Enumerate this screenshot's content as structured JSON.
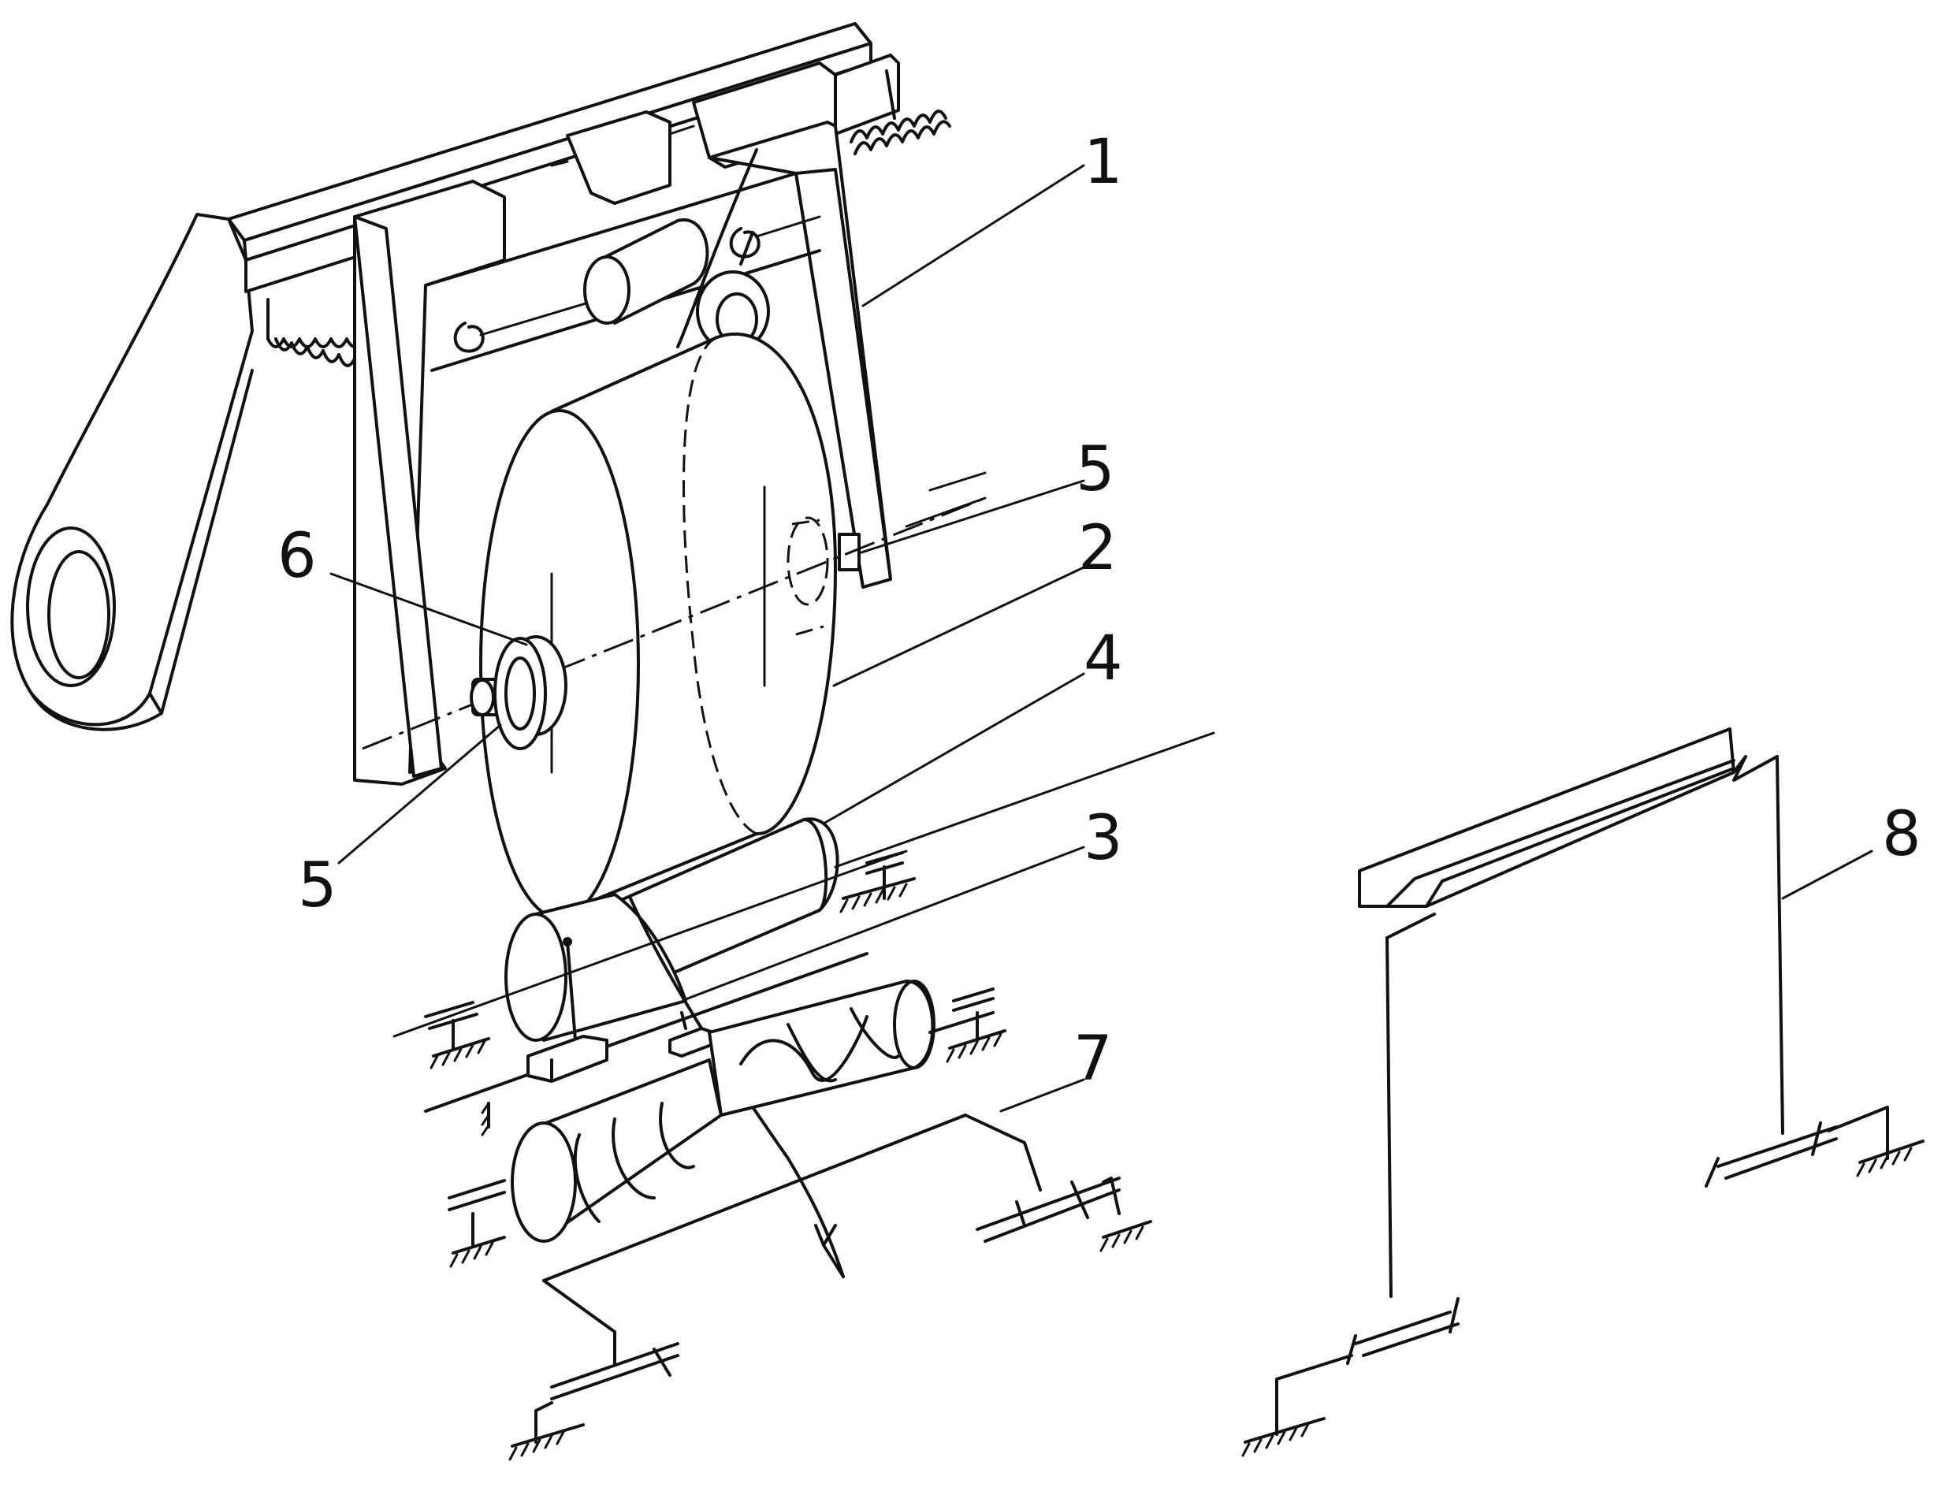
{
  "labels": {
    "ref_1": "1",
    "ref_2": "2",
    "ref_3": "3",
    "ref_4": "4",
    "ref_5_upper": "5",
    "ref_5_lower": "5",
    "ref_6": "6",
    "ref_7": "7",
    "ref_8": "8"
  }
}
